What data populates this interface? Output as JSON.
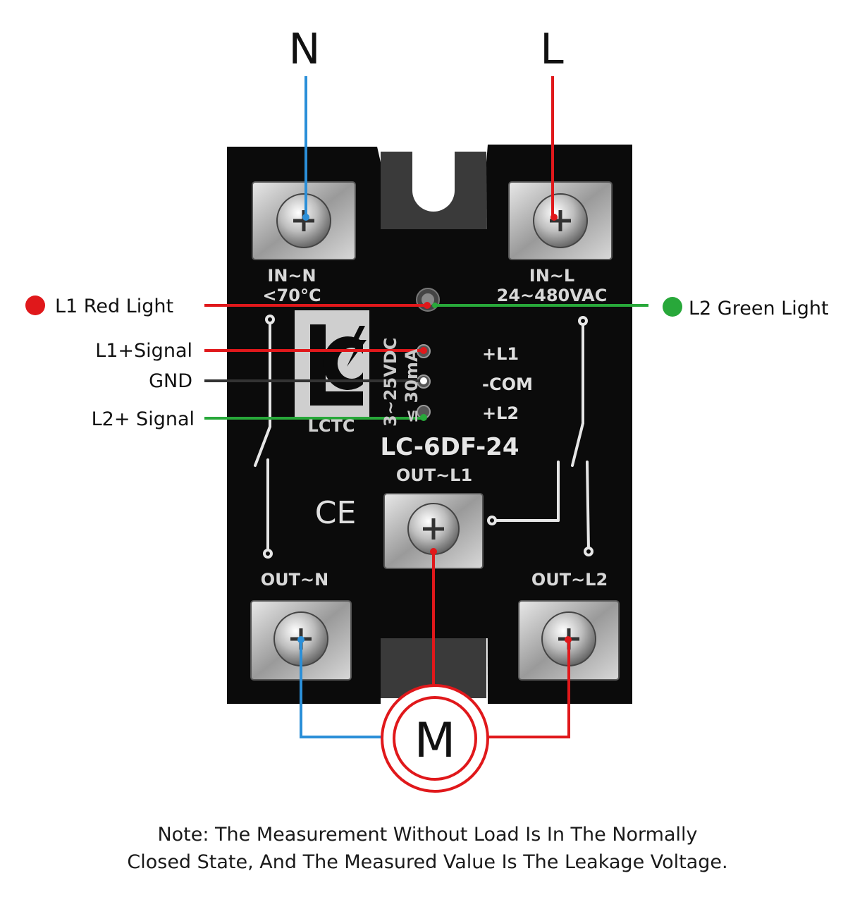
{
  "terminals": {
    "n_label": "N",
    "l_label": "L",
    "in_n": "IN~N",
    "in_n_temp": "<70°C",
    "in_l": "IN~L",
    "in_l_volt": "24~480VAC",
    "out_l1": "OUT~L1",
    "out_n": "OUT~N",
    "out_l2": "OUT~L2"
  },
  "callouts": {
    "l1_light": "L1 Red Light",
    "l2_light": "L2 Green Light",
    "l1_signal": "L1+Signal",
    "gnd": "GND",
    "l2_signal": "L2+ Signal"
  },
  "relay": {
    "model": "LC-6DF-24",
    "brand": "LCTC",
    "control_voltage": "3~25VDC",
    "control_current": "≤ 30mA",
    "pin_l1": "+L1",
    "pin_com": "-COM",
    "pin_l2": "+L2",
    "cert": "CE"
  },
  "motor_label": "M",
  "note": {
    "line1": "Note:  The Measurement Without Load Is In The Normally",
    "line2": "Closed State, And The Measured Value Is The Leakage Voltage."
  },
  "colors": {
    "red_wire": "#e0181b",
    "blue_wire": "#2b8fd8",
    "green_wire": "#28a83a",
    "gnd_wire": "#333333",
    "relay_body": "#0b0b0b"
  }
}
